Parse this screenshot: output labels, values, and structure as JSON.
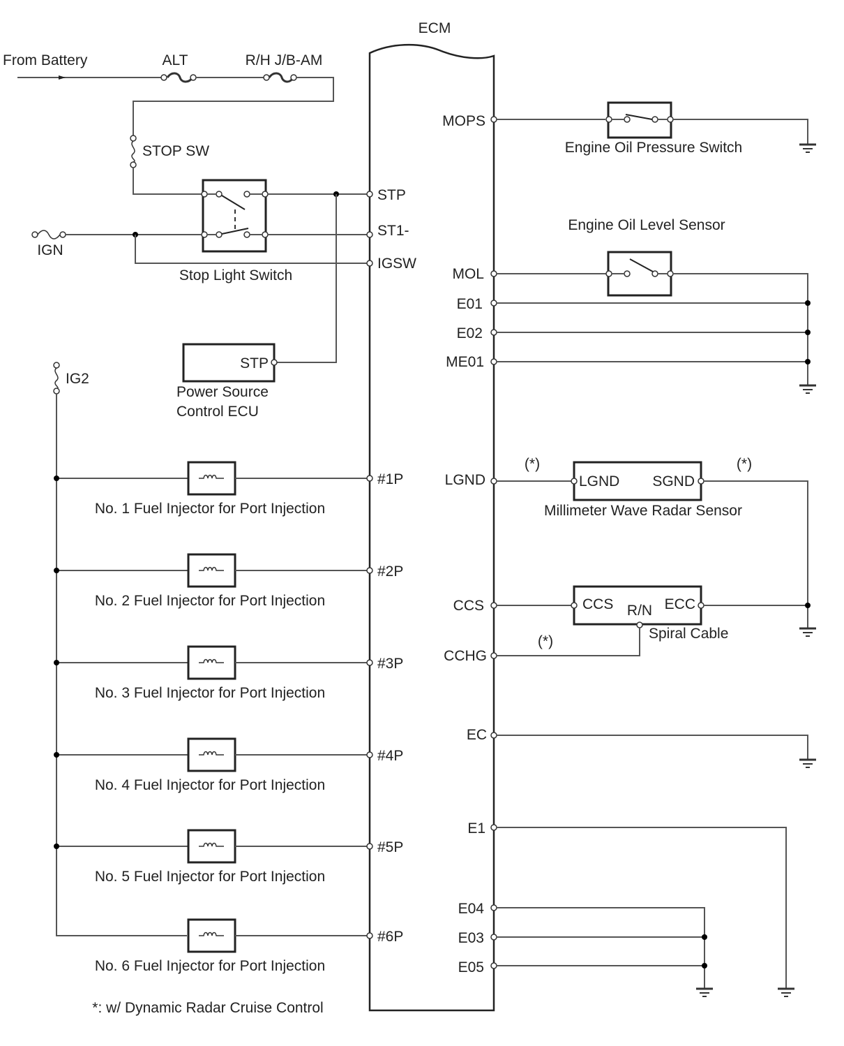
{
  "diagram": {
    "ecm_title": "ECM",
    "battery": {
      "label": "From Battery"
    },
    "fuses": {
      "alt": "ALT",
      "rh_jb_am": "R/H J/B-AM",
      "stop_sw": "STOP SW",
      "ign": "IGN",
      "ig2": "IG2"
    },
    "stop_light_switch": {
      "label": "Stop Light Switch"
    },
    "power_source_ecu": {
      "label_line1": "Power Source",
      "label_line2": "Control ECU",
      "terminal": "STP"
    },
    "ecm_left_pins": {
      "stp": "STP",
      "st1": "ST1-",
      "igsw": "IGSW",
      "p1": "#1P",
      "p2": "#2P",
      "p3": "#3P",
      "p4": "#4P",
      "p5": "#5P",
      "p6": "#6P"
    },
    "ecm_right_pins": {
      "mops": "MOPS",
      "mol": "MOL",
      "e01": "E01",
      "e02": "E02",
      "me01": "ME01",
      "lgnd": "LGND",
      "ccs": "CCS",
      "cchg": "CCHG",
      "ec": "EC",
      "e1": "E1",
      "e04": "E04",
      "e03": "E03",
      "e05": "E05"
    },
    "injectors": [
      {
        "label": "No. 1 Fuel Injector for Port Injection"
      },
      {
        "label": "No. 2 Fuel Injector for Port Injection"
      },
      {
        "label": "No. 3 Fuel Injector for Port Injection"
      },
      {
        "label": "No. 4 Fuel Injector for Port Injection"
      },
      {
        "label": "No. 5 Fuel Injector for Port Injection"
      },
      {
        "label": "No. 6 Fuel Injector for Port Injection"
      }
    ],
    "oil_pressure_switch": {
      "label": "Engine Oil Pressure Switch"
    },
    "oil_level_sensor": {
      "label": "Engine Oil Level Sensor"
    },
    "radar_sensor": {
      "label": "Millimeter Wave Radar Sensor",
      "term_left": "LGND",
      "term_right": "SGND",
      "note_left": "(*)",
      "note_right": "(*)"
    },
    "spiral_cable": {
      "label": "Spiral Cable",
      "term_left": "CCS",
      "term_mid": "R/N",
      "term_right": "ECC",
      "note": "(*)"
    },
    "footnote": "*: w/ Dynamic Radar Cruise Control"
  }
}
